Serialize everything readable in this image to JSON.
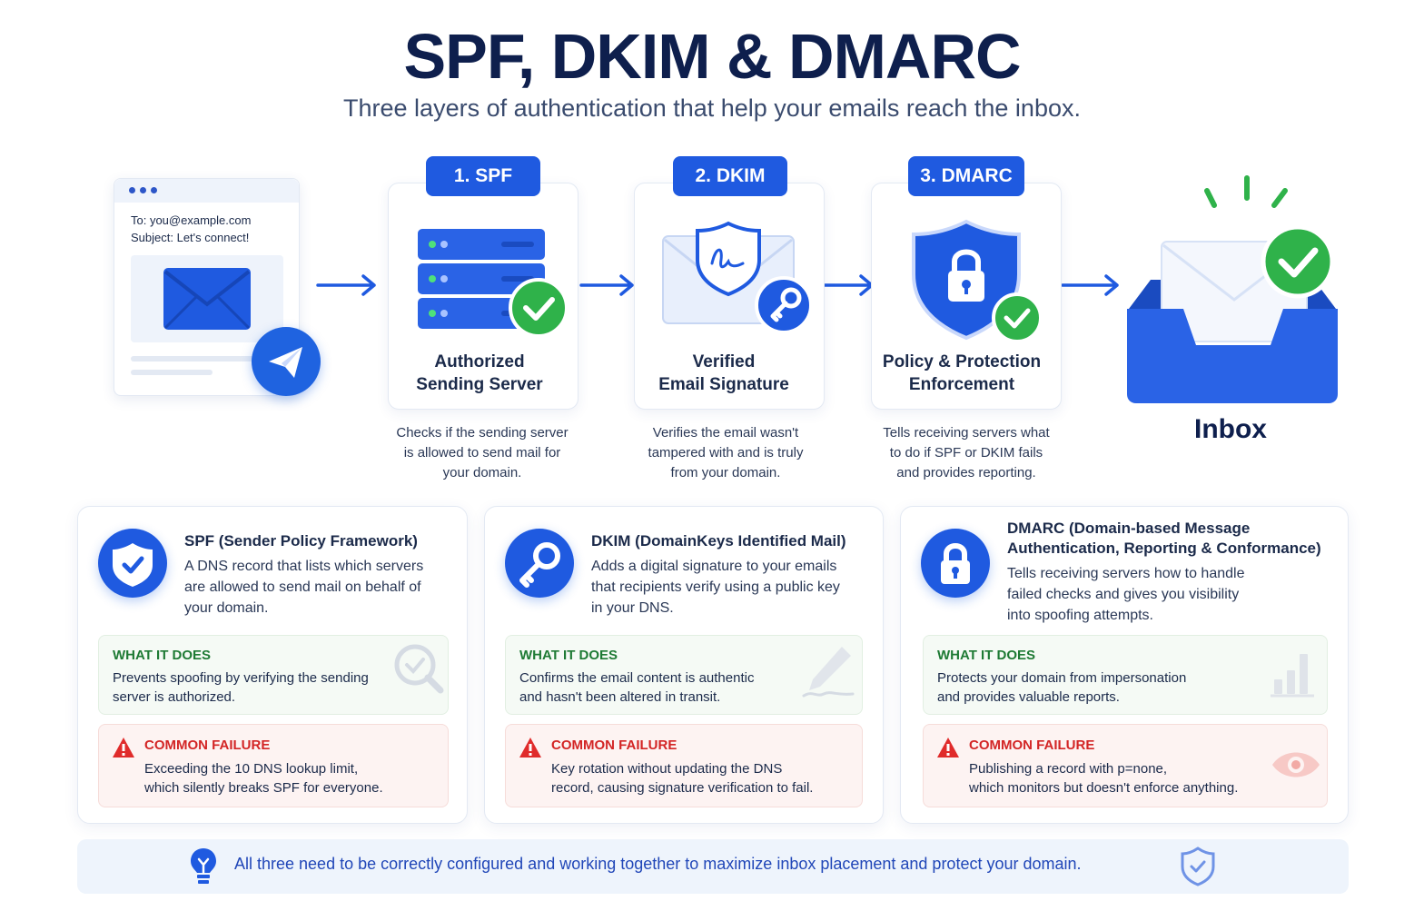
{
  "header": {
    "title": "SPF, DKIM & DMARC",
    "subtitle": "Three layers of authentication that help your emails reach the inbox."
  },
  "email": {
    "to": "To: you@example.com",
    "subject": "Subject: Let's connect!"
  },
  "steps": [
    {
      "pill": "1. SPF",
      "label_line1": "Authorized",
      "label_line2": "Sending Server",
      "desc_line1": "Checks if the sending server",
      "desc_line2": "is allowed to send mail for",
      "desc_line3": "your domain."
    },
    {
      "pill": "2. DKIM",
      "label_line1": "Verified",
      "label_line2": "Email Signature",
      "desc_line1": "Verifies the email wasn't",
      "desc_line2": "tampered with and is truly",
      "desc_line3": "from your domain."
    },
    {
      "pill": "3. DMARC",
      "label_line1": "Policy & Protection",
      "label_line2": "Enforcement",
      "desc_line1": "Tells receiving servers what",
      "desc_line2": "to do if SPF or DKIM fails",
      "desc_line3": "and provides reporting."
    }
  ],
  "inbox": {
    "label": "Inbox"
  },
  "details": [
    {
      "title_line1": "SPF (Sender Policy Framework)",
      "title_line2": "",
      "desc_line1": "A DNS record that lists which servers",
      "desc_line2": "are allowed to send mail on behalf of",
      "desc_line3": "your domain.",
      "what_head": "WHAT IT DOES",
      "what_line1": "Prevents spoofing by verifying the sending",
      "what_line2": "server is authorized.",
      "fail_head": "COMMON FAILURE",
      "fail_line1": "Exceeding the 10 DNS lookup limit,",
      "fail_line2": "which silently breaks SPF for everyone."
    },
    {
      "title_line1": "DKIM (DomainKeys Identified Mail)",
      "title_line2": "",
      "desc_line1": "Adds a digital signature to your emails",
      "desc_line2": "that recipients verify using a public key",
      "desc_line3": "in your DNS.",
      "what_head": "WHAT IT DOES",
      "what_line1": "Confirms the email content is authentic",
      "what_line2": "and hasn't been altered in transit.",
      "fail_head": "COMMON FAILURE",
      "fail_line1": "Key rotation without updating the DNS",
      "fail_line2": "record, causing signature verification to fail."
    },
    {
      "title_line1": "DMARC (Domain-based Message",
      "title_line2": "Authentication, Reporting & Conformance)",
      "desc_line1": "Tells receiving servers how to handle",
      "desc_line2": "failed checks and gives you visibility",
      "desc_line3": "into spoofing attempts.",
      "what_head": "WHAT IT DOES",
      "what_line1": "Protects your domain from impersonation",
      "what_line2": "and provides valuable reports.",
      "fail_head": "COMMON FAILURE",
      "fail_line1": "Publishing a record with p=none,",
      "fail_line2": "which monitors but doesn't enforce anything."
    }
  ],
  "footer": {
    "text": "All three need to be correctly configured and working together to maximize inbox placement and protect your domain."
  },
  "colors": {
    "primary_blue": "#1f5ae0",
    "navy": "#0e1f4d",
    "success_green": "#2fb24a",
    "what_green": "#1e7a34",
    "failure_red": "#d32525"
  },
  "icons": {
    "email_card": "envelope-icon",
    "send": "paper-plane-icon",
    "spf": "server-stack-icon",
    "dkim": "signed-envelope-icon",
    "dmarc": "shield-lock-icon",
    "inbox": "inbox-tray-icon",
    "spf_detail": "shield-check-icon",
    "dkim_detail": "key-icon",
    "dmarc_detail": "padlock-icon",
    "footer": "lightbulb-icon"
  }
}
